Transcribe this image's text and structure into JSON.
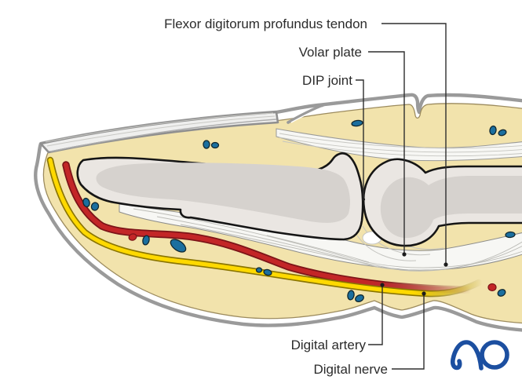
{
  "labels": {
    "fdp_tendon": "Flexor digitorum profundus tendon",
    "volar_plate": "Volar plate",
    "dip_joint": "DIP joint",
    "digital_artery": "Digital artery",
    "digital_nerve": "Digital nerve"
  },
  "logo": {
    "text": "AO",
    "color": "#1c4fa0"
  },
  "colors": {
    "skin_outline": "#9a9a9a",
    "subcutaneous_tissue": "#f2e3ac",
    "tissue_outline": "#9c8b5e",
    "bone_cortex": "#eae6e2",
    "bone_medulla": "#d6d2ce",
    "bone_outline": "#151515",
    "tendon_white": "#f7f7f4",
    "artery_red": "#c32627",
    "artery_edge": "#7c1418",
    "nerve_yellow": "#ffd900",
    "nerve_edge": "#8a7500",
    "vessel_blue": "#1b6f9f",
    "leader_line": "#2e2e2e"
  }
}
